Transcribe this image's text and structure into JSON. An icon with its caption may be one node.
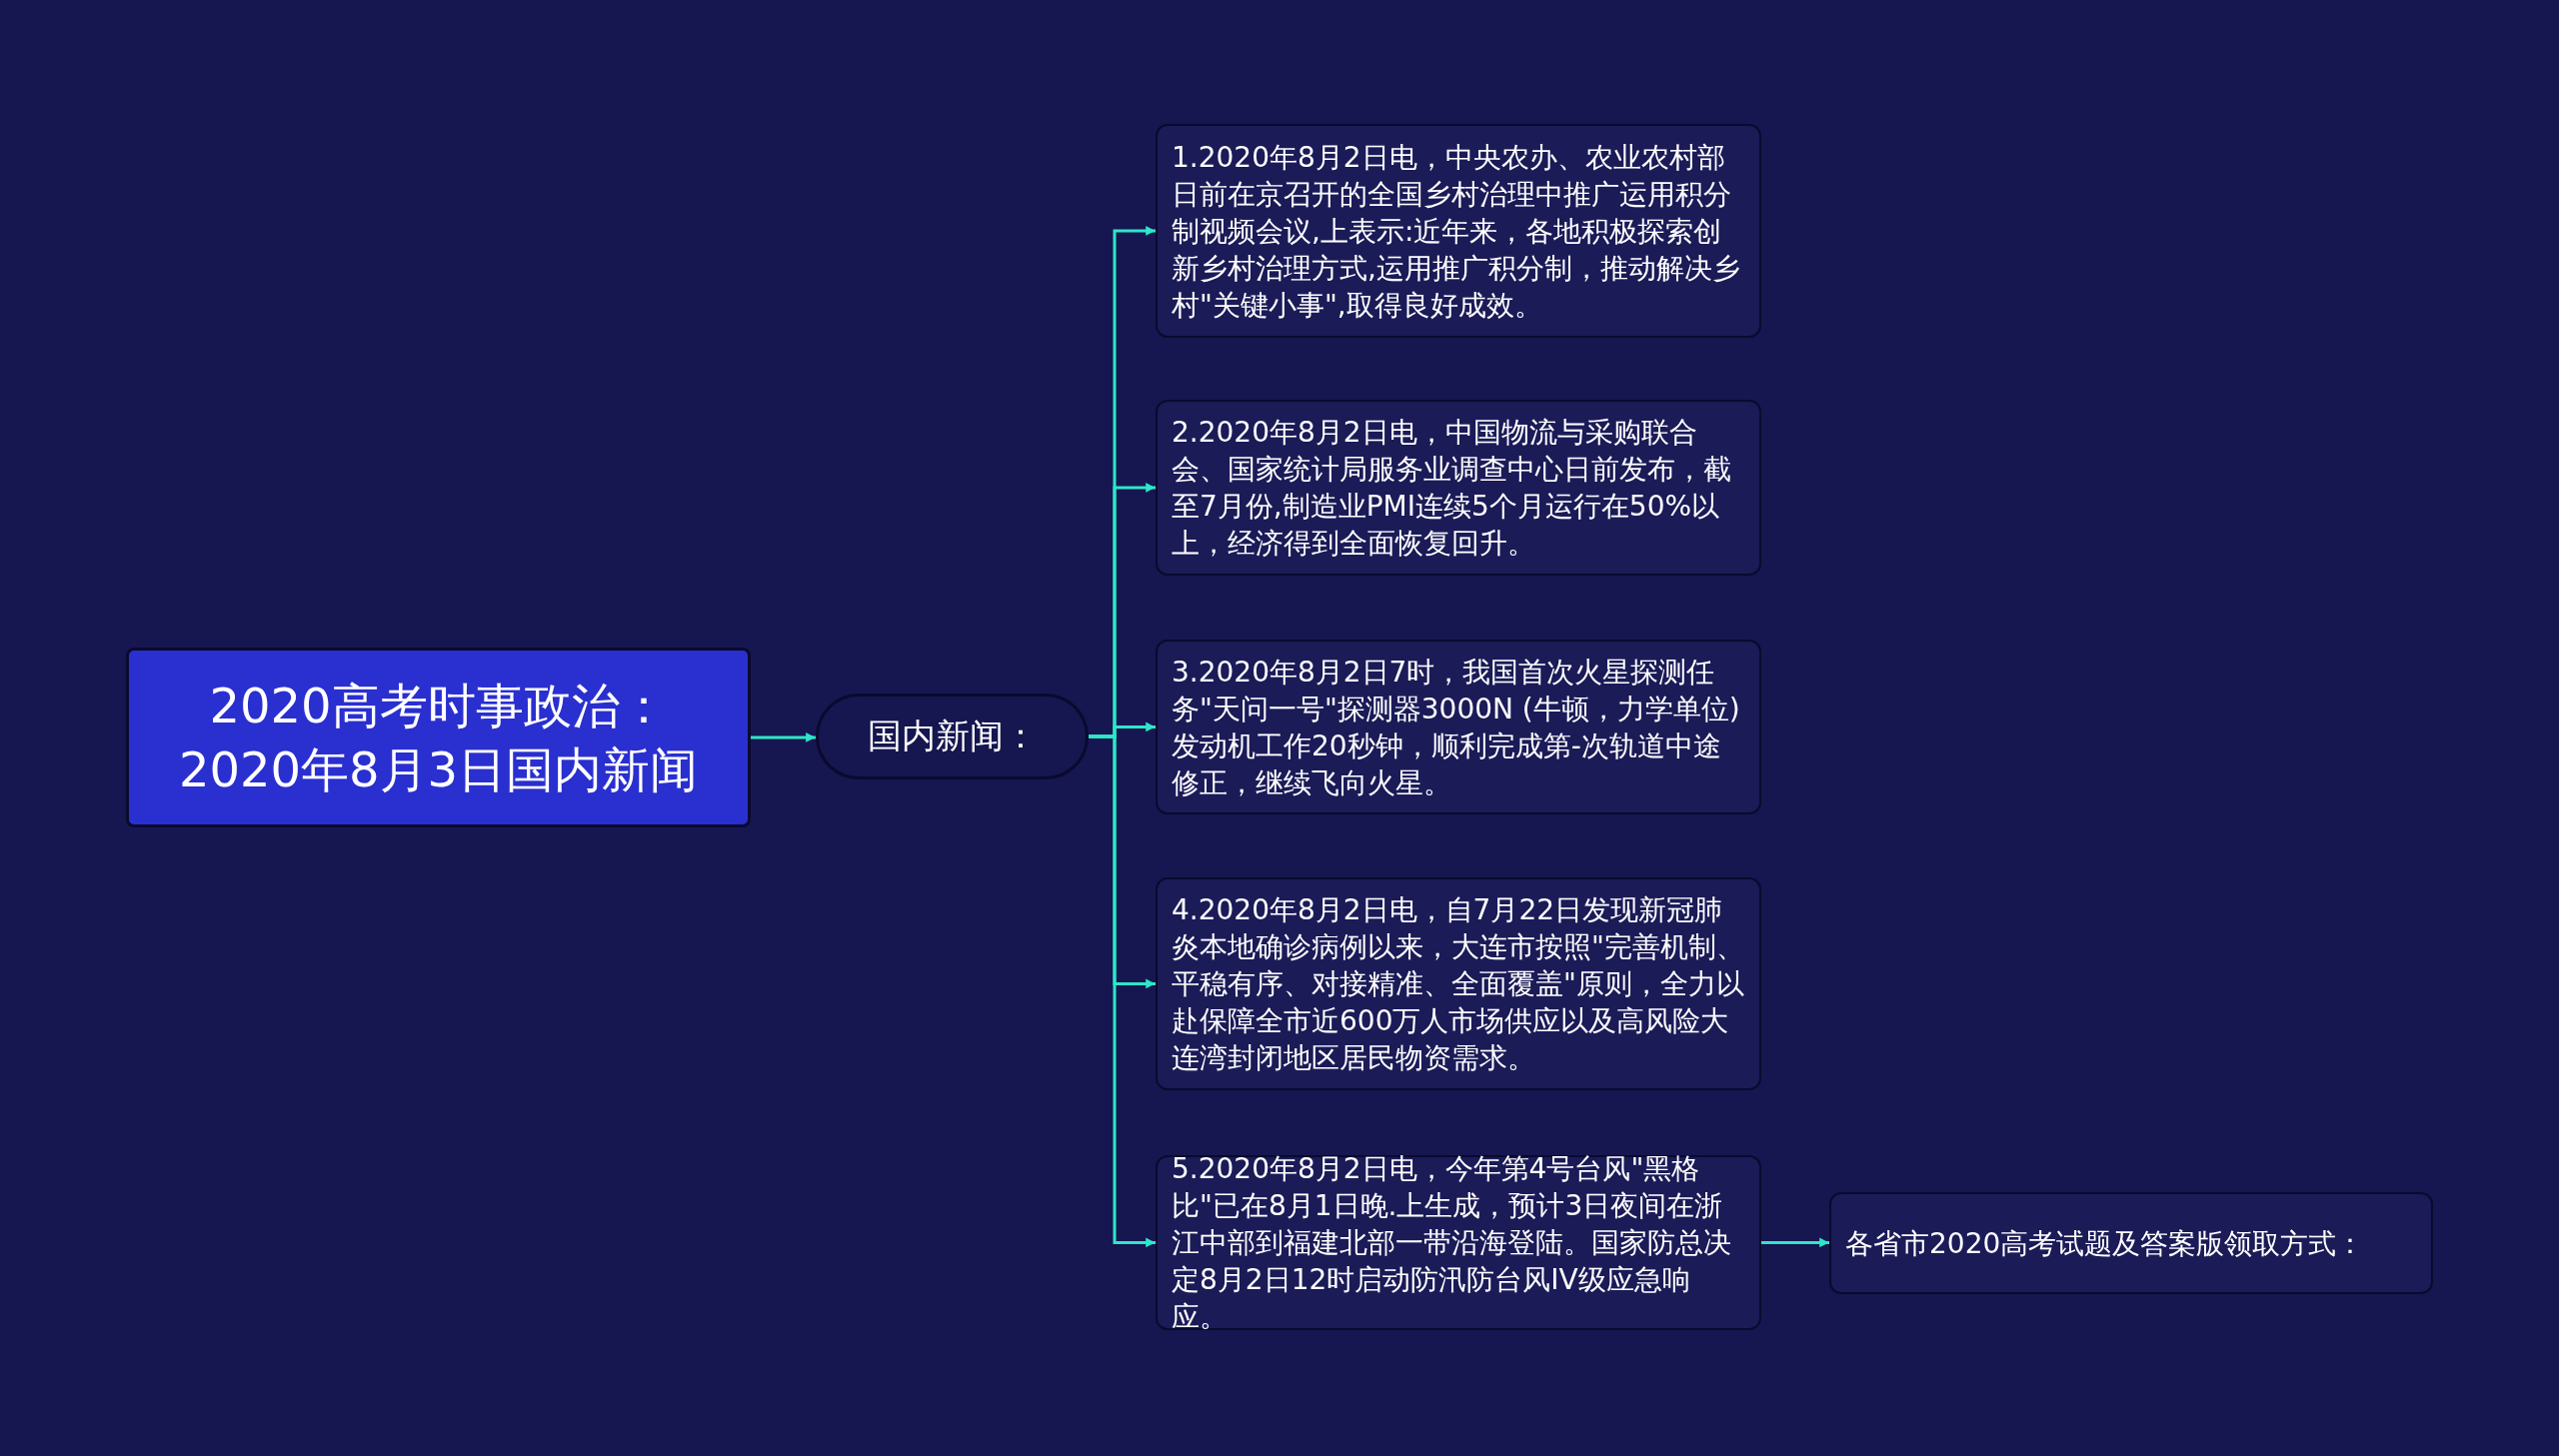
{
  "diagram": {
    "nodes": [
      {
        "text": [
          "2020高考时事政治：2020年8月3日国内新闻"
        ]
      },
      {
        "text": [
          "国内新闻："
        ]
      },
      {
        "text": [
          "1.2020年8月2日电，中央农办、农业农村部日前在京召开的全国乡村治理中推广运用积分制视频会议,上表示:近年来，各地积极探索创新乡村治理方式,运用推广积分制，推动解决乡村\"关键小事\",取得良好成效。"
        ]
      },
      {
        "text": [
          "2.2020年8月2日电，中国物流与采购联合会、国家统计局服务业调查中心日前发布，截至7月份,制造业PMI连续5个月运行在50%以上，经济得到全面恢复回升。"
        ]
      },
      {
        "text": [
          "3.2020年8月2日7时，我国首次火星探测任务\"天问一号\"探测器3000N (牛顿，力学单位)发动机工作20秒钟，顺利完成第-次轨道中途修正，继续飞向火星。"
        ]
      },
      {
        "text": [
          "4.2020年8月2日电，自7月22日发现新冠肺炎本地确诊病例以来，大连市按照\"完善机制、平稳有序、对接精准、全面覆盖\"原则，全力以赴保障全市近600万人市场供应以及高风险大连湾封闭地区居民物资需求。"
        ]
      },
      {
        "text": [
          "5.2020年8月2日电，今年第4号台风\"黑格比\"已在8月1日晚.上生成，预计3日夜间在浙江中部到福建北部一带沿海登陆。国家防总决定8月2日12时启动防汛防台风IV级应急响应。"
        ]
      },
      {
        "text": [
          "各省市2020高考试题及答案版领取方式："
        ]
      }
    ],
    "edges": [
      {
        "from": 0,
        "to": 1,
        "arrow": "to"
      },
      {
        "from": 1,
        "to": 2,
        "arrow": "to"
      },
      {
        "from": 1,
        "to": 3,
        "arrow": "to"
      },
      {
        "from": 1,
        "to": 4,
        "arrow": "to"
      },
      {
        "from": 1,
        "to": 5,
        "arrow": "to"
      },
      {
        "from": 1,
        "to": 6,
        "arrow": "to"
      },
      {
        "from": 6,
        "to": 7,
        "arrow": "to"
      }
    ]
  }
}
